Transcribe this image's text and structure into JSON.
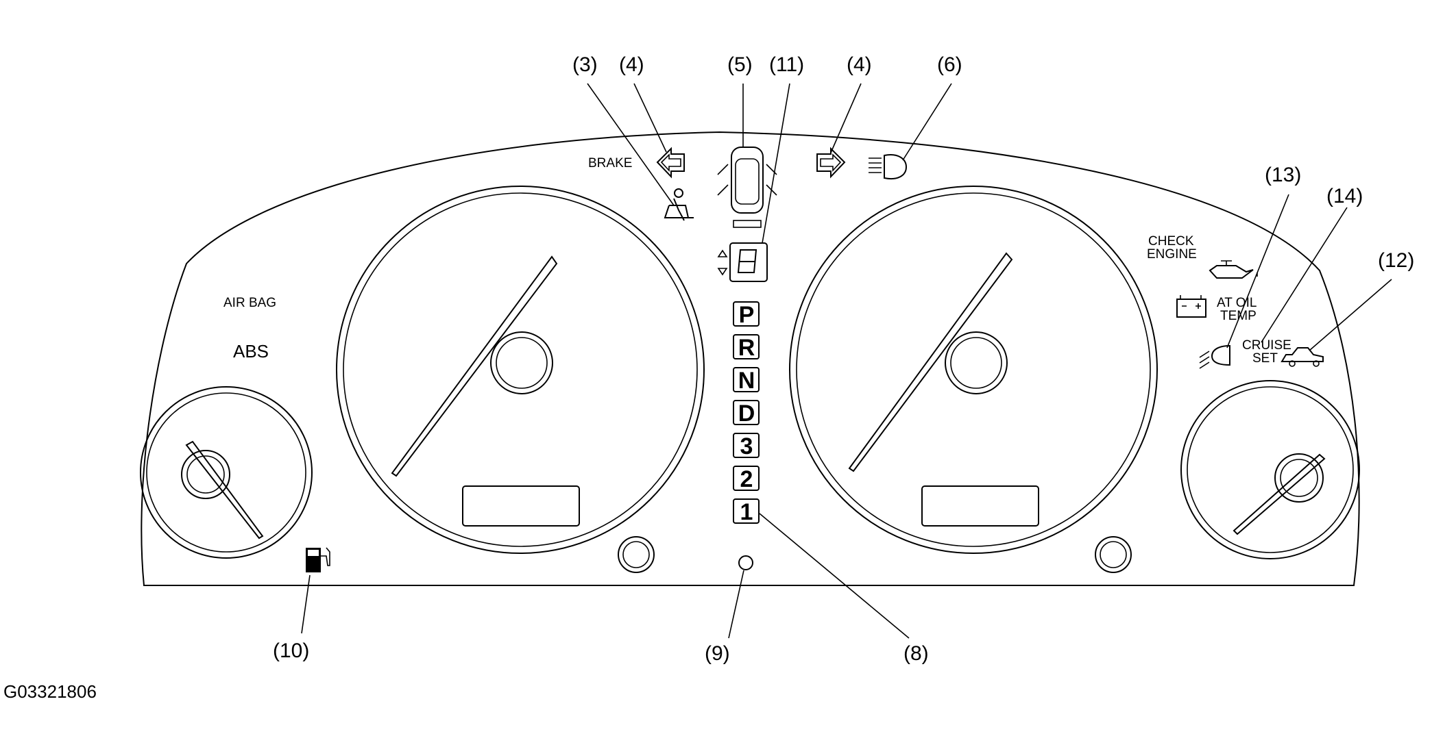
{
  "figure_id": "G03321806",
  "callouts": {
    "c3": "(3)",
    "c4_left": "(4)",
    "c5": "(5)",
    "c11": "(11)",
    "c4_right": "(4)",
    "c6": "(6)",
    "c13": "(13)",
    "c14": "(14)",
    "c12": "(12)",
    "c10": "(10)",
    "c9": "(9)",
    "c8": "(8)"
  },
  "labels": {
    "brake": "BRAKE",
    "airbag": "AIR BAG",
    "abs": "ABS",
    "check": "CHECK",
    "engine": "ENGINE",
    "at_oil": "AT OIL",
    "temp": "TEMP",
    "cruise": "CRUISE",
    "set": "SET"
  },
  "gears": [
    "P",
    "R",
    "N",
    "D",
    "3",
    "2",
    "1"
  ],
  "icons": [
    "turn-left-arrow-icon",
    "seatbelt-warning-icon",
    "door-open-icon",
    "gear-position-digit-icon",
    "turn-right-arrow-icon",
    "high-beam-icon",
    "oil-pressure-icon",
    "battery-charge-icon",
    "headlight-icon",
    "cruise-car-icon",
    "low-fuel-icon"
  ]
}
